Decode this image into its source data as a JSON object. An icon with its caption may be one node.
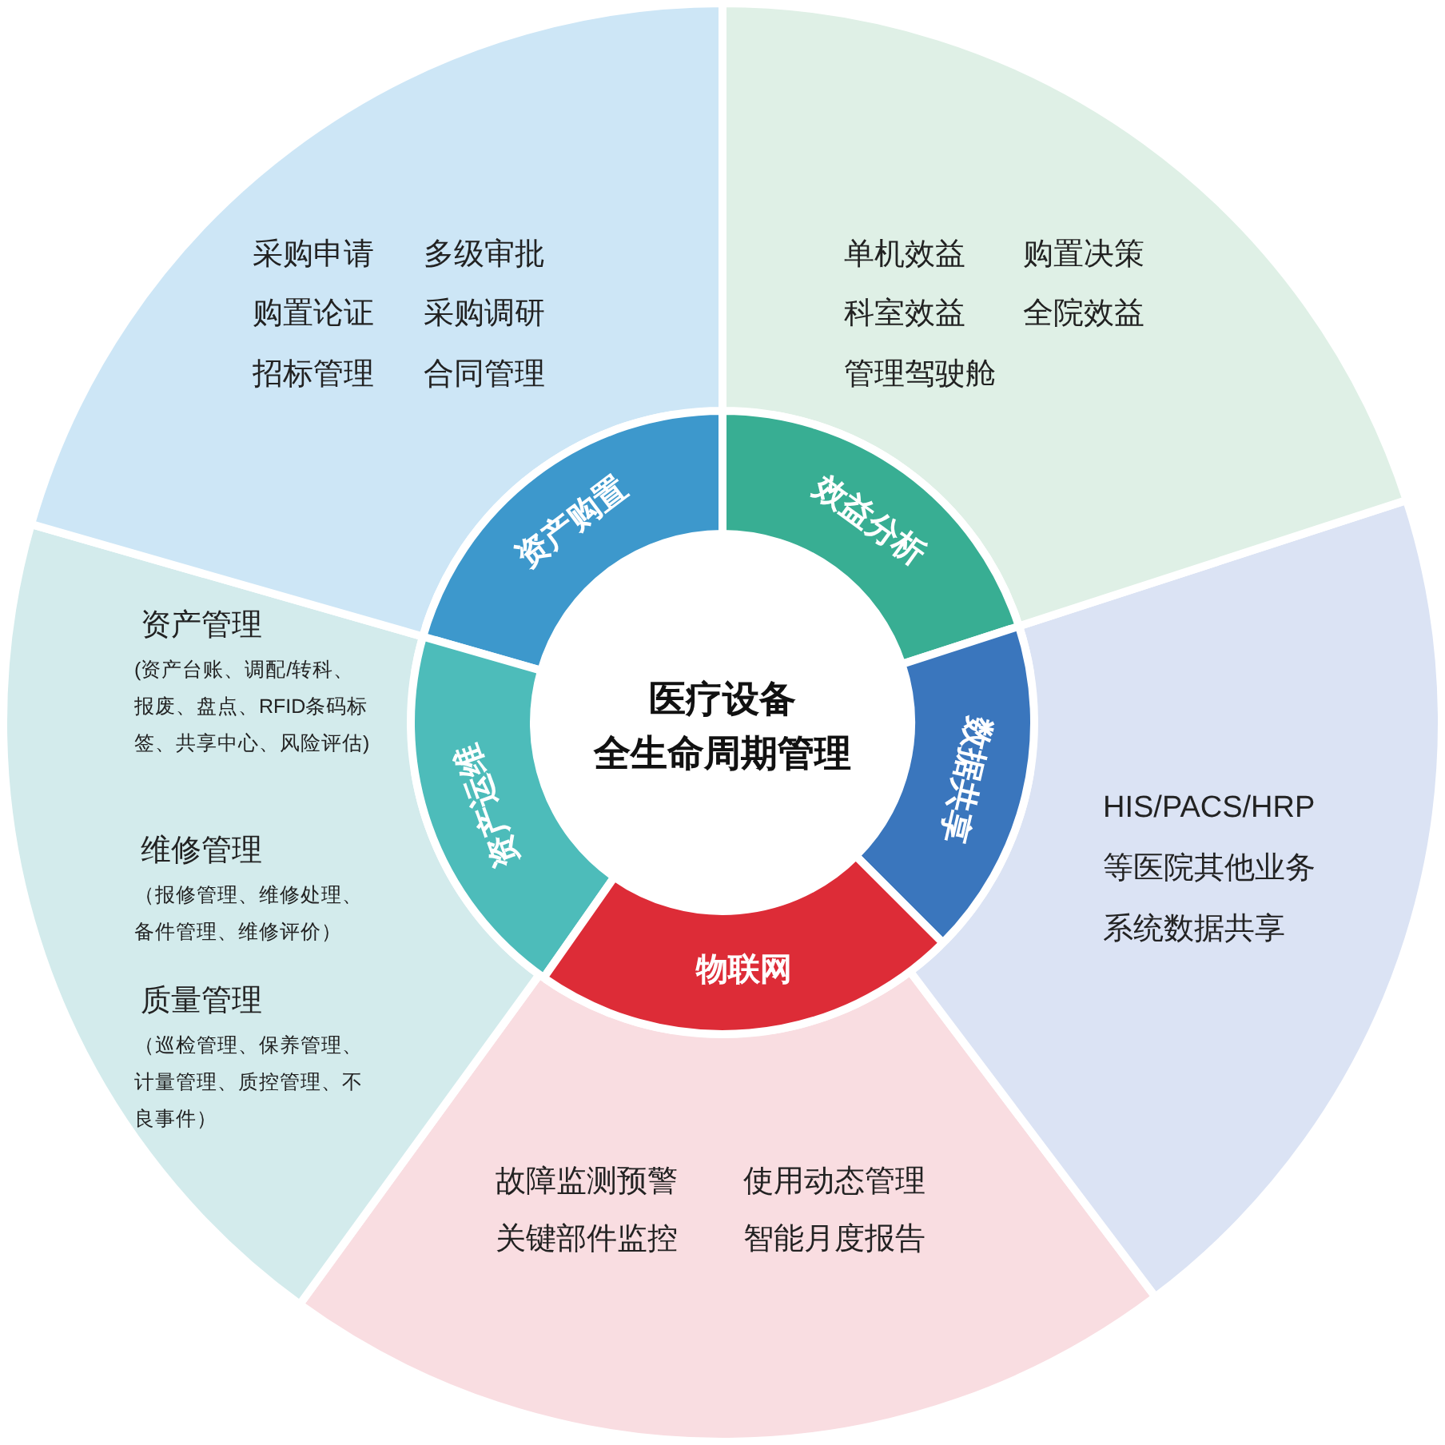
{
  "diagram": {
    "nodes": [
      {
        "text": [
          "采购申请",
          "多级审批",
          "购置论证",
          "采购调研",
          "招标管理",
          "合同管理"
        ]
      },
      {
        "text": [
          "单机效益",
          "购置决策",
          "科室效益",
          "全院效益",
          "管理驾驶舱"
        ]
      },
      {
        "text": [
          "资产管理",
          "(资产台账、调配/转科、报废、盘点、RFID条码标签、共享中心、风险评估)",
          "维修管理",
          "（报修管理、维修处理、备件管理、维修评价）",
          "质量管理",
          "（巡检管理、保养管理、计量管理、质控管理、不良事件）"
        ]
      },
      {
        "text": [
          "HIS/PACS/HRP等医院其他业务系统数据共享"
        ]
      },
      {
        "text": [
          "故障监测预警",
          "使用动态管理",
          "关键部件监控",
          "智能月度报告"
        ]
      },
      {
        "text": [
          "资产购置"
        ]
      },
      {
        "text": [
          "效益分析"
        ]
      },
      {
        "text": [
          "资产运维"
        ]
      },
      {
        "text": [
          "数据共享"
        ]
      },
      {
        "text": [
          "物联网"
        ]
      },
      {
        "text": [
          "医疗设备",
          "全生命周期管理"
        ]
      }
    ]
  }
}
